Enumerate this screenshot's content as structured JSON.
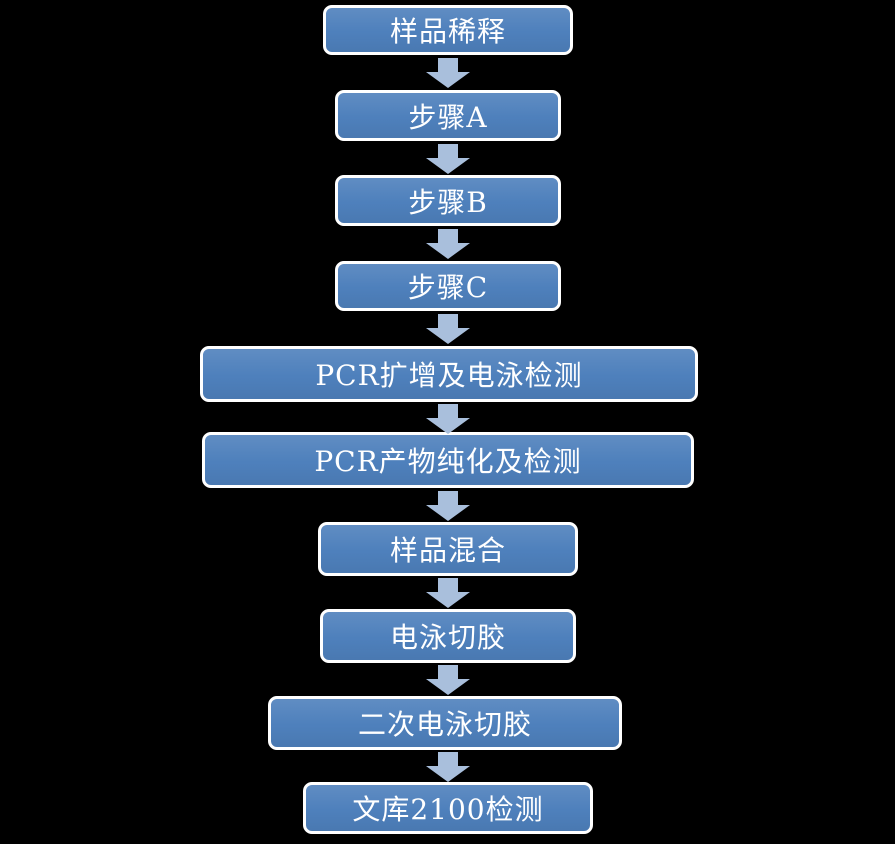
{
  "flowchart": {
    "steps": [
      {
        "label": "样品稀释"
      },
      {
        "label": "步骤A"
      },
      {
        "label": "步骤B"
      },
      {
        "label": "步骤C"
      },
      {
        "label": "PCR扩增及电泳检测"
      },
      {
        "label": "PCR产物纯化及检测"
      },
      {
        "label": "样品混合"
      },
      {
        "label": "电泳切胶"
      },
      {
        "label": "二次电泳切胶"
      },
      {
        "label": "文库2100检测"
      }
    ],
    "colors": {
      "background": "#000000",
      "box_fill": "#4E80BC",
      "box_border": "#FFFFFF",
      "arrow_fill": "#A9BFDC",
      "text": "#FFFFFF"
    }
  }
}
